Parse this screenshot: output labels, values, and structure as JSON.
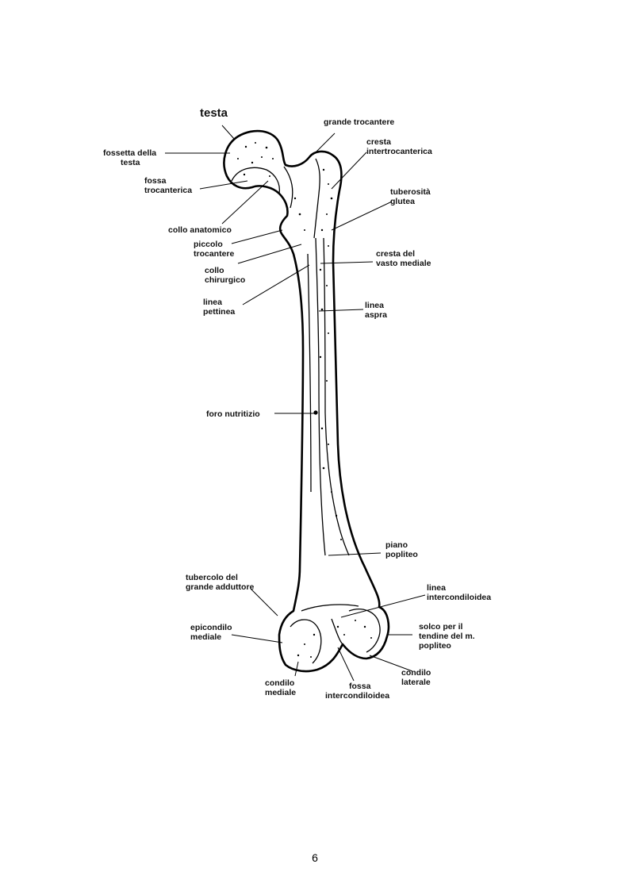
{
  "figure": {
    "labels": {
      "testa": "testa",
      "fossetta_l1": "fossetta della",
      "fossetta_l2": "testa",
      "fossa_troc_l1": "fossa",
      "fossa_troc_l2": "trocanterica",
      "collo_anatomico": "collo anatomico",
      "piccolo_troc_l1": "piccolo",
      "piccolo_troc_l2": "trocantere",
      "collo_chir_l1": "collo",
      "collo_chir_l2": "chirurgico",
      "linea_pett_l1": "linea",
      "linea_pett_l2": "pettinea",
      "grande_trocantere": "grande trocantere",
      "cresta_intertroc_l1": "cresta",
      "cresta_intertroc_l2": "intertrocanterica",
      "tuberosita_l1": "tuberosità",
      "tuberosita_l2": "glutea",
      "cresta_vasto_l1": "cresta del",
      "cresta_vasto_l2": "vasto mediale",
      "linea_aspra_l1": "linea",
      "linea_aspra_l2": "aspra",
      "foro_nutritizio": "foro nutritizio",
      "piano_popliteo_l1": "piano",
      "piano_popliteo_l2": "popliteo",
      "tubercolo_l1": "tubercolo del",
      "tubercolo_l2": "grande adduttore",
      "linea_intercond_l1": "linea",
      "linea_intercond_l2": "intercondiloidea",
      "epicondilo_l1": "epicondilo",
      "epicondilo_l2": "mediale",
      "solco_l1": "solco per il",
      "solco_l2": "tendine del m.",
      "solco_l3": "popliteo",
      "condilo_med_l1": "condilo",
      "condilo_med_l2": "mediale",
      "fossa_intercond_l1": "fossa",
      "fossa_intercond_l2": "intercondiloidea",
      "condilo_lat_l1": "condilo",
      "condilo_lat_l2": "laterale"
    }
  },
  "page_number": "6"
}
